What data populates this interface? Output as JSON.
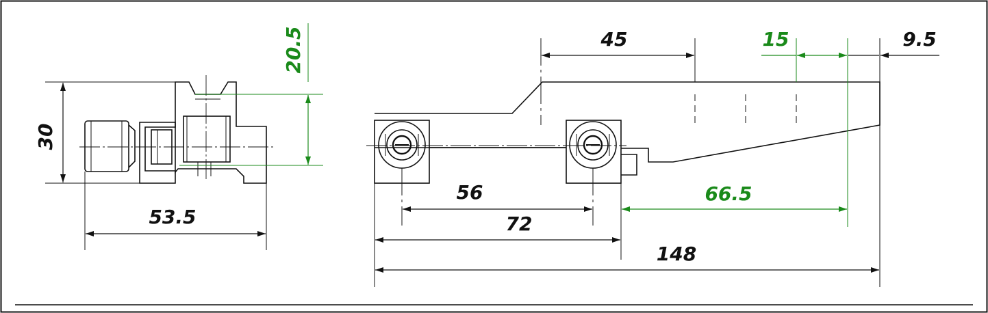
{
  "colors": {
    "line": "#111111",
    "dimension_black": "#111111",
    "dimension_green": "#1a8a1a",
    "background": "#ffffff"
  },
  "dimensions": {
    "side_height": "30",
    "side_width": "53.5",
    "side_offset": "20.5",
    "top_45": "45",
    "top_15": "15",
    "top_9_5": "9.5",
    "bottom_56": "56",
    "bottom_72": "72",
    "bottom_66_5": "66.5",
    "bottom_148": "148"
  }
}
